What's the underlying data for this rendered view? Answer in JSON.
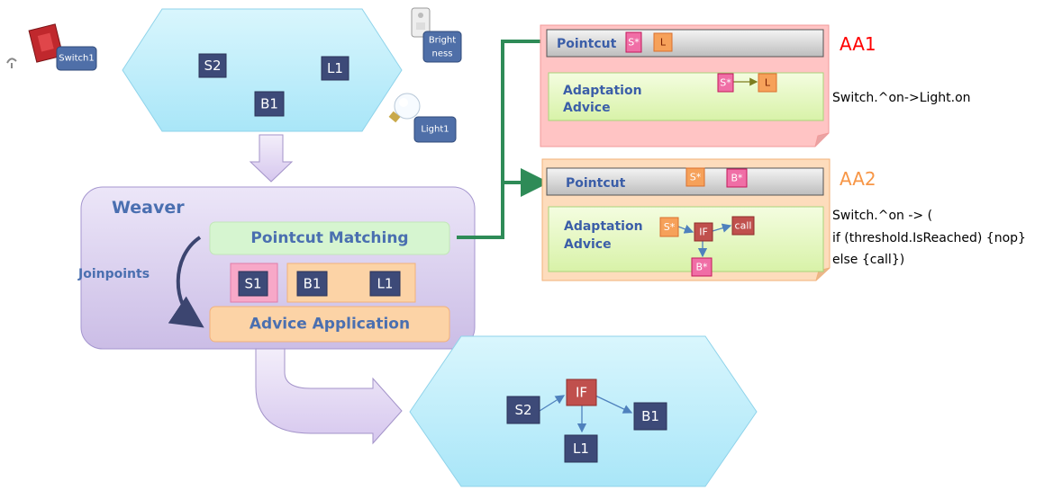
{
  "devices": {
    "switch_label": "Switch1",
    "brightness_label": "Bright ness",
    "light_label": "Light1"
  },
  "input_model": {
    "nodes": [
      "S2",
      "L1",
      "B1"
    ]
  },
  "weaver": {
    "title": "Weaver",
    "pointcut_matching": "Pointcut Matching",
    "joinpoints_label": "Joinpoints",
    "joinpoints": [
      "S1",
      "B1",
      "L1"
    ],
    "advice_application": "Advice Application"
  },
  "aa1": {
    "id": "AA1",
    "pointcut_label": "Pointcut",
    "pointcut_tokens": [
      "S*",
      "L"
    ],
    "advice_label_line1": "Adaptation",
    "advice_label_line2": "Advice",
    "advice_tokens": [
      "S*",
      "L"
    ],
    "code": "Switch.^on->Light.on"
  },
  "aa2": {
    "id": "AA2",
    "pointcut_label": "Pointcut",
    "pointcut_tokens": [
      "S*",
      "B*"
    ],
    "advice_label_line1": "Adaptation",
    "advice_label_line2": "Advice",
    "advice_tokens": [
      "S*",
      "IF",
      "call",
      "B*"
    ],
    "code_lines": [
      "Switch.^on -> (",
      "if (threshold.IsReached) {nop}",
      "else {call})"
    ]
  },
  "output_model": {
    "nodes": [
      "S2",
      "IF",
      "B1",
      "L1"
    ]
  },
  "colors": {
    "hexagon_fill": "#bfeefb",
    "node_fill": "#3d4a78",
    "weaver_fill": "#dcd2ef",
    "pointcut_matching_fill": "#d6f5d0",
    "advice_application_fill": "#fcd3a6",
    "aa1_accent": "#ff0000",
    "aa2_accent": "#f79646",
    "connector": "#2e8b57"
  }
}
